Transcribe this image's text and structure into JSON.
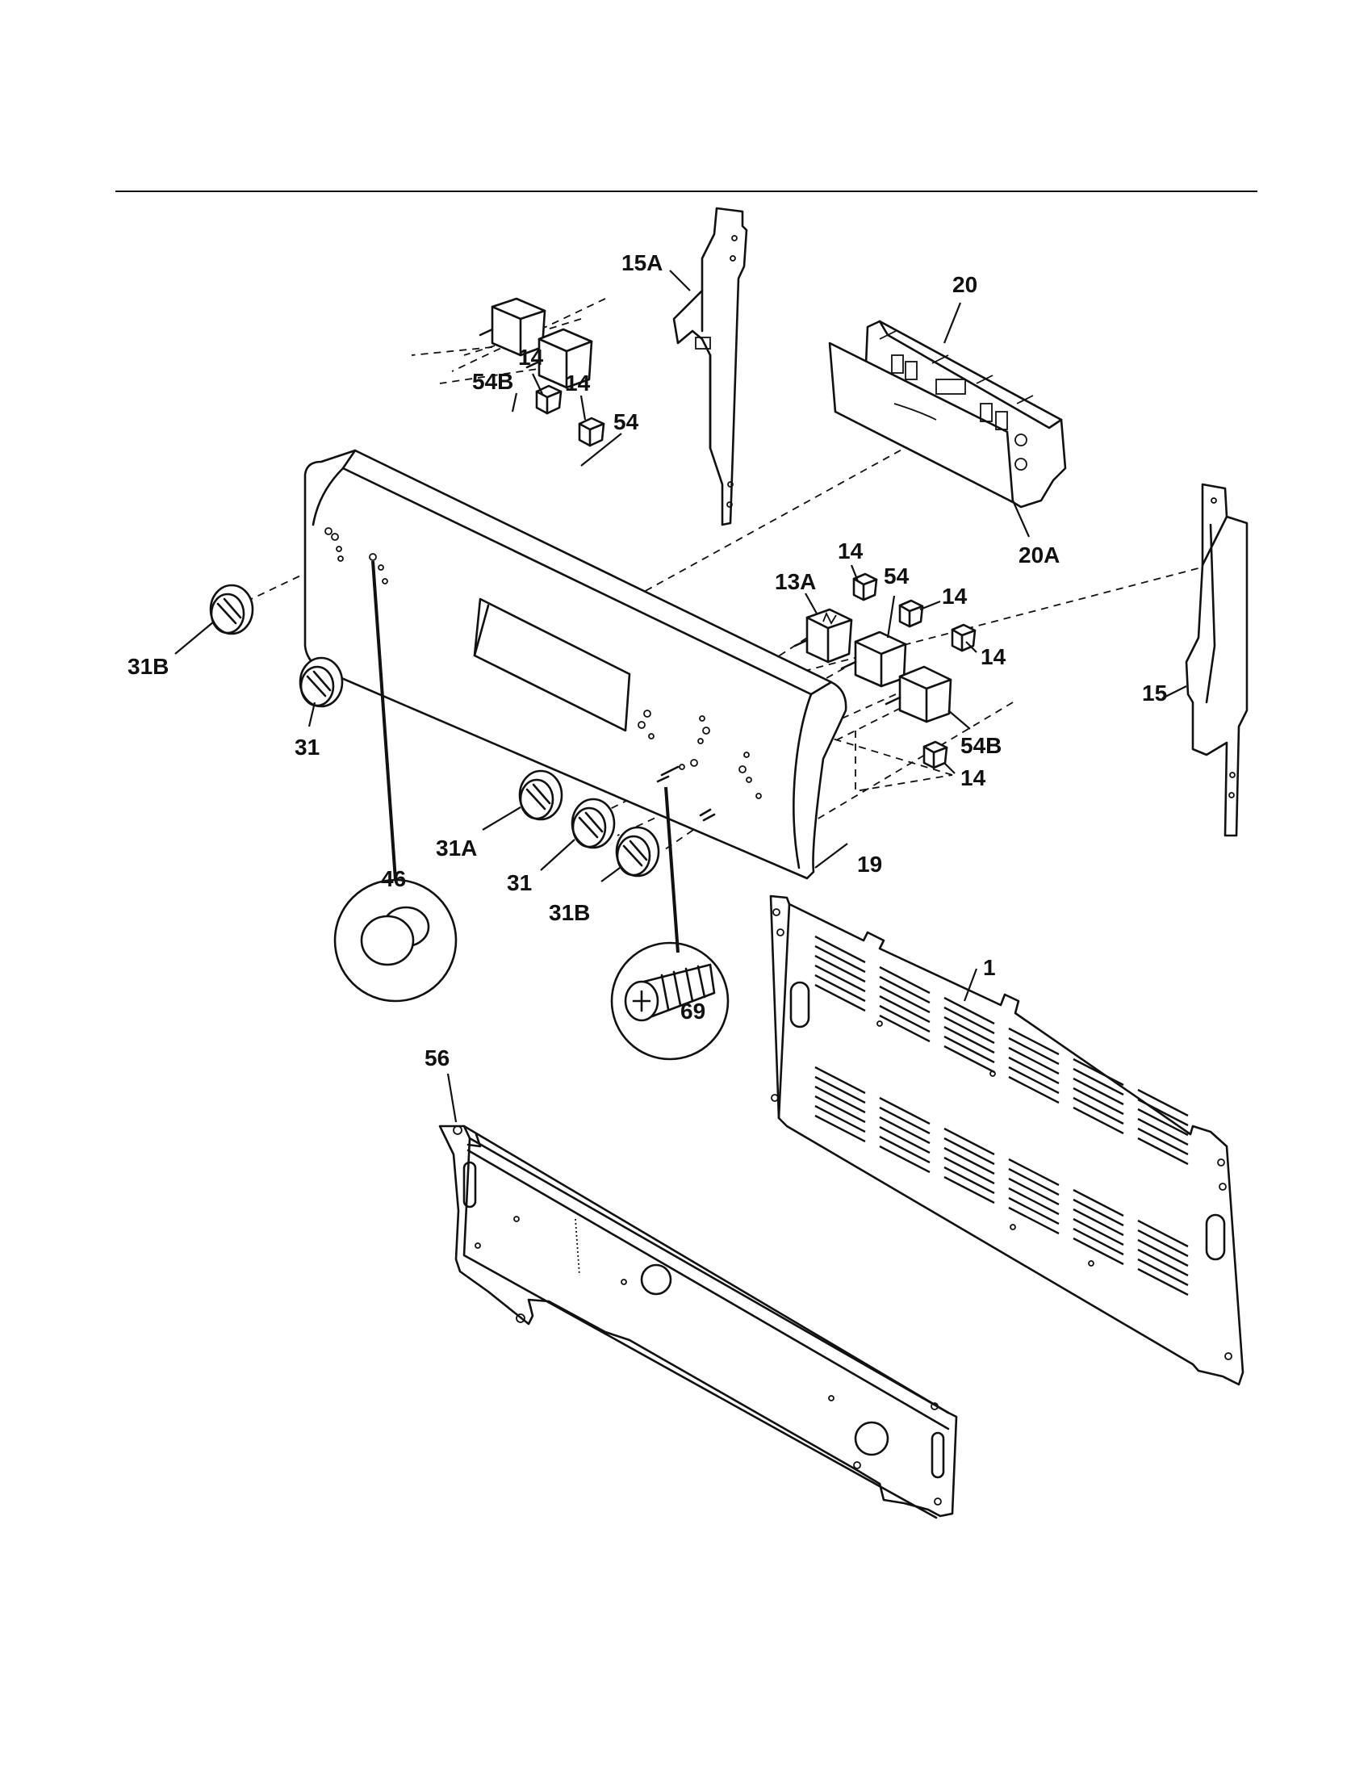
{
  "labels": {
    "l15A": "15A",
    "l20": "20",
    "l14a": "14",
    "l14b": "14",
    "l54B_top": "54B",
    "l54_top": "54",
    "l20A": "20A",
    "l13A": "13A",
    "l14c": "14",
    "l54_mid": "54",
    "l14d": "14",
    "l14e": "14",
    "l15": "15",
    "l54B_mid": "54B",
    "l14f": "14",
    "l31B_left": "31B",
    "l31_left": "31",
    "l31A": "31A",
    "l31_mid": "31",
    "l31B_mid": "31B",
    "l19": "19",
    "l46": "46",
    "l69": "69",
    "l1": "1",
    "l56": "56"
  }
}
